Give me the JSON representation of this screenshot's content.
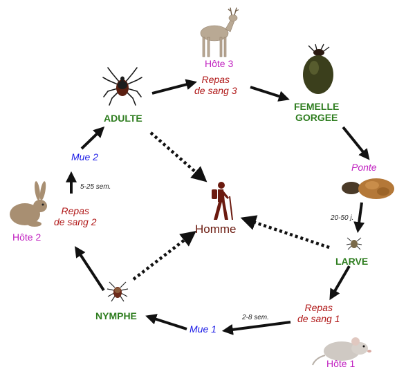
{
  "stages": {
    "adulte": "ADULTE",
    "femelle_gorgee": [
      "FEMELLE",
      "GORGEE"
    ],
    "larve": "LARVE",
    "nymphe": "NYMPHE"
  },
  "hosts": {
    "hote1": "Hôte 1",
    "hote2": "Hôte 2",
    "hote3": "Hôte 3"
  },
  "blood_meals": {
    "meal1": [
      "Repas",
      "de sang 1"
    ],
    "meal2": [
      "Repas",
      "de sang 2"
    ],
    "meal3": [
      "Repas",
      "de sang 3"
    ]
  },
  "molts": {
    "mue1": "Mue 1",
    "mue2": "Mue 2"
  },
  "ponte": "Ponte",
  "durations": {
    "mue2": "5-25 sem.",
    "larve": "20-50 j.",
    "mue1": "2-8 sem."
  },
  "human": "Homme",
  "icons": [
    "tick-adult-icon",
    "deer-icon",
    "engorged-female-tick-icon",
    "egg-mass-icon",
    "larva-icon",
    "mouse-icon",
    "nymph-icon",
    "hare-icon",
    "hiker-icon"
  ],
  "colors": {
    "stage": "#2e7d1f",
    "host": "#c020c0",
    "blood_meal": "#b01818",
    "molt": "#1a1ae6",
    "human": "#6b1a0f",
    "arrow": "#111111"
  }
}
